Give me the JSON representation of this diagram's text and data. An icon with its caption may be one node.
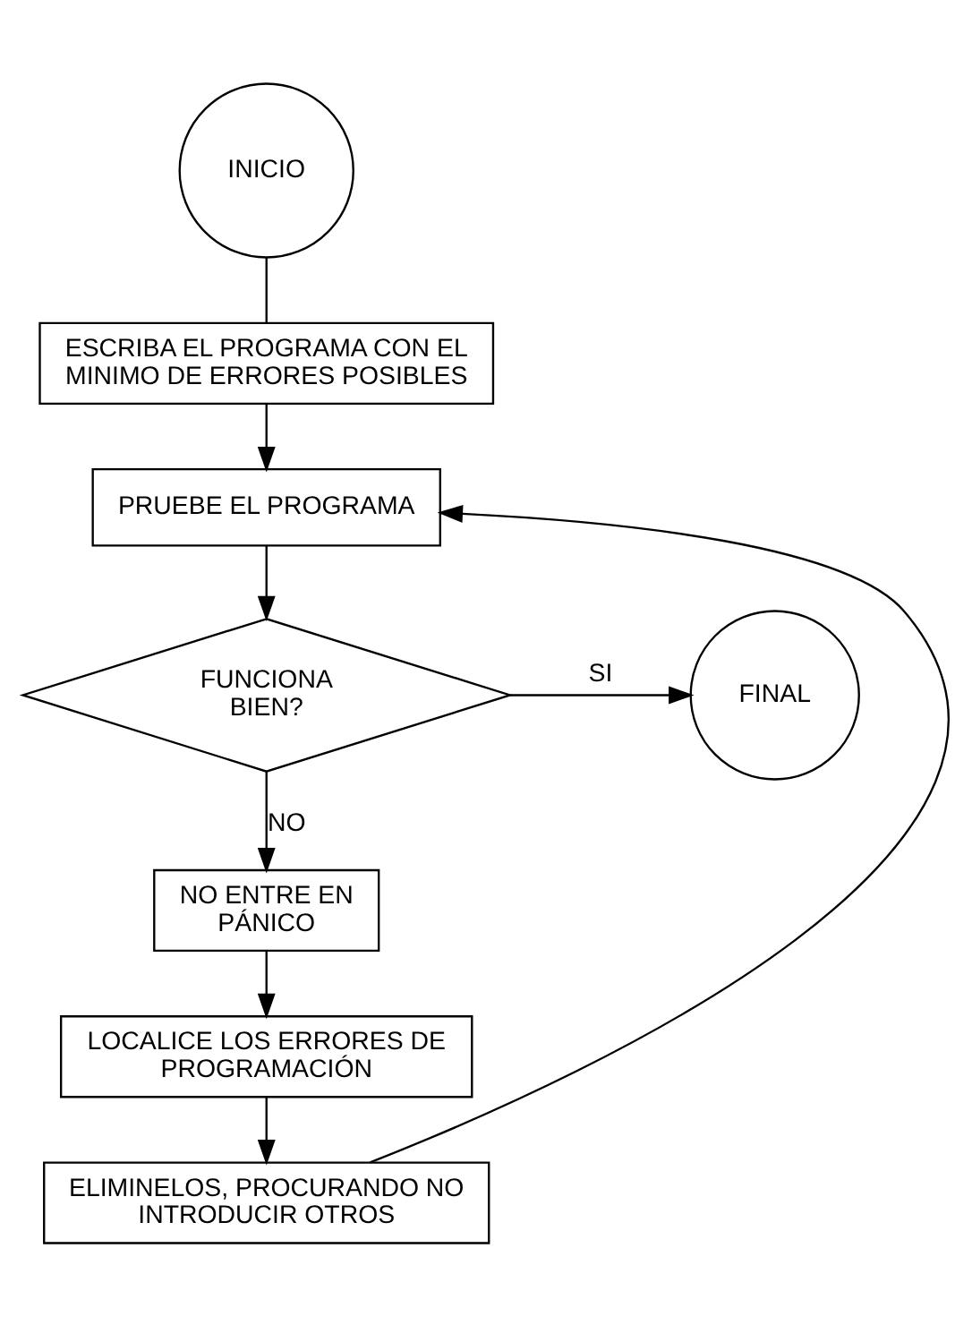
{
  "diagram": {
    "nodes": [
      {
        "text": [
          "INICIO"
        ]
      },
      {
        "text": [
          "ESCRIBA EL PROGRAMA CON EL MINIMO DE ERRORES POSIBLES"
        ]
      },
      {
        "text": [
          "PRUEBE EL PROGRAMA"
        ]
      },
      {
        "text": [
          "FUNCIONA BIEN?"
        ]
      },
      {
        "text": [
          "FINAL"
        ]
      },
      {
        "text": [
          "NO ENTRE EN PÁNICO"
        ]
      },
      {
        "text": [
          "LOCALICE LOS ERRORES DE PROGRAMACIÓN"
        ]
      },
      {
        "text": [
          "ELIMINELOS, PROCURANDO NO INTRODUCIR OTROS"
        ]
      }
    ],
    "edges": [
      {
        "from": 0,
        "to": 1,
        "arrow": "none"
      },
      {
        "from": 1,
        "to": 2,
        "arrow": "to"
      },
      {
        "from": 2,
        "to": 3,
        "arrow": "to"
      },
      {
        "from": 3,
        "to": 4,
        "arrow": "to",
        "label": "SI"
      },
      {
        "from": 3,
        "to": 5,
        "arrow": "to",
        "label": "NO"
      },
      {
        "from": 5,
        "to": 6,
        "arrow": "to"
      },
      {
        "from": 6,
        "to": 7,
        "arrow": "to"
      },
      {
        "from": 7,
        "to": 2,
        "arrow": "to"
      }
    ]
  }
}
